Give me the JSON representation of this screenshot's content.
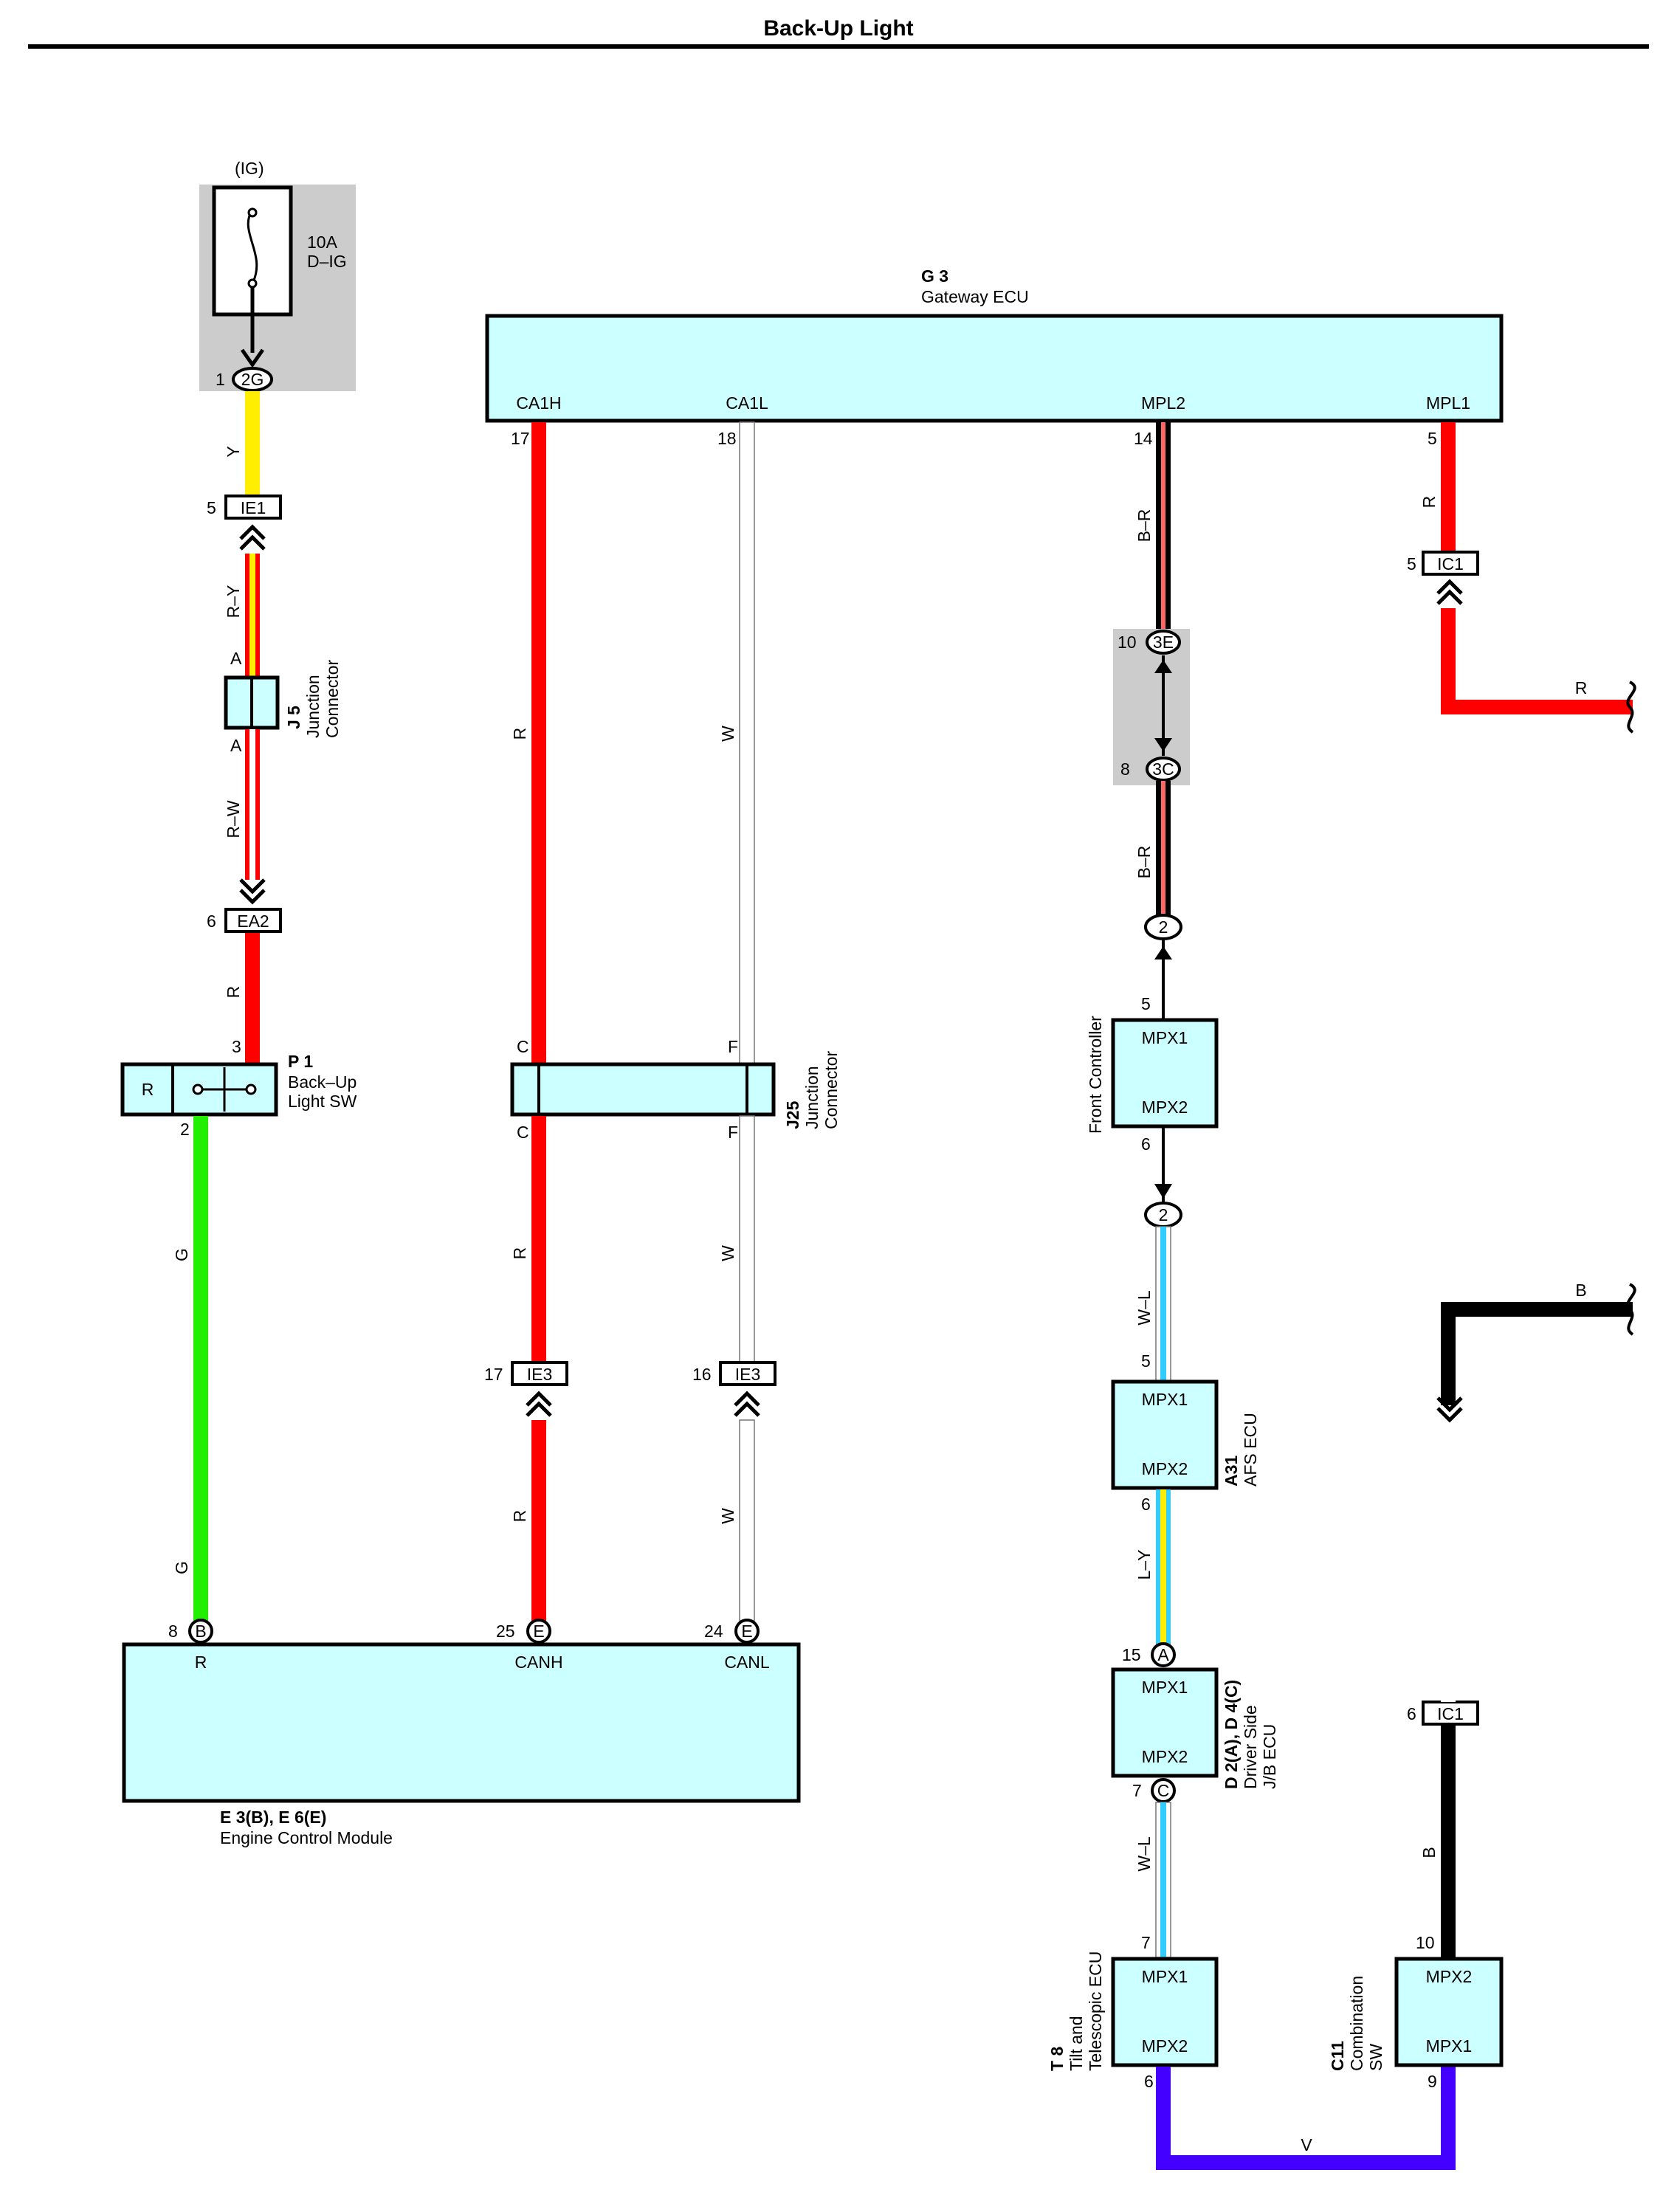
{
  "title": "Back-Up Light",
  "colors": {
    "Y": "#ffee00",
    "R": "#ff0000",
    "G": "#22ee00",
    "W": "#ffffff",
    "B": "#000000",
    "L": "#33ccff",
    "V": "#4400ff",
    "box_fill": "#ccffff",
    "shade": "#cccccc"
  },
  "fuse": {
    "source": "(IG)",
    "rating": "10A",
    "name": "D–IG",
    "pin": "1",
    "connector": "2G"
  },
  "gateway": {
    "code": "G 3",
    "name": "Gateway ECU",
    "terminals": [
      {
        "label": "CA1H",
        "pin": "17"
      },
      {
        "label": "CA1L",
        "pin": "18"
      },
      {
        "label": "MPL2",
        "pin": "14"
      },
      {
        "label": "MPL1",
        "pin": "5"
      }
    ]
  },
  "connectors": {
    "ie1": {
      "code": "IE1",
      "pin": "5"
    },
    "ea2": {
      "code": "EA2",
      "pin": "6"
    },
    "ie3_canh": {
      "code": "IE3",
      "pin": "17"
    },
    "ie3_canl": {
      "code": "IE3",
      "pin": "16"
    },
    "ic1_top": {
      "code": "IC1",
      "pin": "5"
    },
    "ic1_bottom": {
      "code": "IC1",
      "pin": "6"
    },
    "jb_3e": {
      "code": "3E",
      "pin": "10"
    },
    "jb_3c": {
      "code": "3C",
      "pin": "8"
    },
    "splice_top": "2",
    "splice_bottom": "2"
  },
  "j5": {
    "code": "J 5",
    "name_line1": "Junction",
    "name_line2": "Connector",
    "pin_top": "A",
    "pin_bottom": "A"
  },
  "j25": {
    "code": "J25",
    "name_line1": "Junction",
    "name_line2": "Connector",
    "pin_c_top": "C",
    "pin_c_bottom": "C",
    "pin_f_top": "F",
    "pin_f_bottom": "F"
  },
  "p1": {
    "code": "P 1",
    "name_line1": "Back–Up",
    "name_line2": "Light SW",
    "terminal": "R",
    "pin_in": "3",
    "pin_out": "2"
  },
  "ecm": {
    "code": "E 3(B), E 6(E)",
    "name": "Engine Control Module",
    "terminals": [
      {
        "label": "R",
        "pin": "8",
        "conn": "B"
      },
      {
        "label": "CANH",
        "pin": "25",
        "conn": "E"
      },
      {
        "label": "CANL",
        "pin": "24",
        "conn": "E"
      }
    ]
  },
  "front_controller": {
    "name": "Front Controller",
    "t1": "MPX1",
    "t2": "MPX2",
    "pin1": "5",
    "pin2": "6"
  },
  "afs": {
    "code": "A31",
    "name": "AFS ECU",
    "t1": "MPX1",
    "t2": "MPX2",
    "pin1": "5",
    "pin2": "6"
  },
  "driver_jb": {
    "code": "D 2(A), D 4(C)",
    "name_line1": "Driver Side",
    "name_line2": "J/B ECU",
    "t1": "MPX1",
    "t2": "MPX2",
    "pin1": "15",
    "conn1": "A",
    "pin2": "7",
    "conn2": "C"
  },
  "tilt": {
    "code": "T 8",
    "name_line1": "Tilt and",
    "name_line2": "Telescopic ECU",
    "t1": "MPX1",
    "t2": "MPX2",
    "pin1": "7",
    "pin2": "6"
  },
  "combo": {
    "code": "C11",
    "name_line1": "Combination",
    "name_line2": "SW",
    "t1": "MPX2",
    "t2": "MPX1",
    "pin1": "10",
    "pin2": "9"
  },
  "wire_labels": {
    "fuse_ie1": "Y",
    "ie1_j5": "R–Y",
    "j5_ea2": "R–W",
    "ea2_p1": "R",
    "p1_ecm_a": "G",
    "p1_ecm_b": "G",
    "canh_a": "R",
    "canh_b": "R",
    "canh_c": "R",
    "canl_a": "W",
    "canl_b": "W",
    "canl_c": "W",
    "mpl2_a": "B–R",
    "mpl2_b": "B–R",
    "mpl1_a": "R",
    "mpl1_out": "R",
    "fc_afs": "W–L",
    "afs_jb": "L–Y",
    "jb_tilt": "W–L",
    "tilt_combo": "V",
    "combo_in": "B",
    "combo_b": "B"
  }
}
